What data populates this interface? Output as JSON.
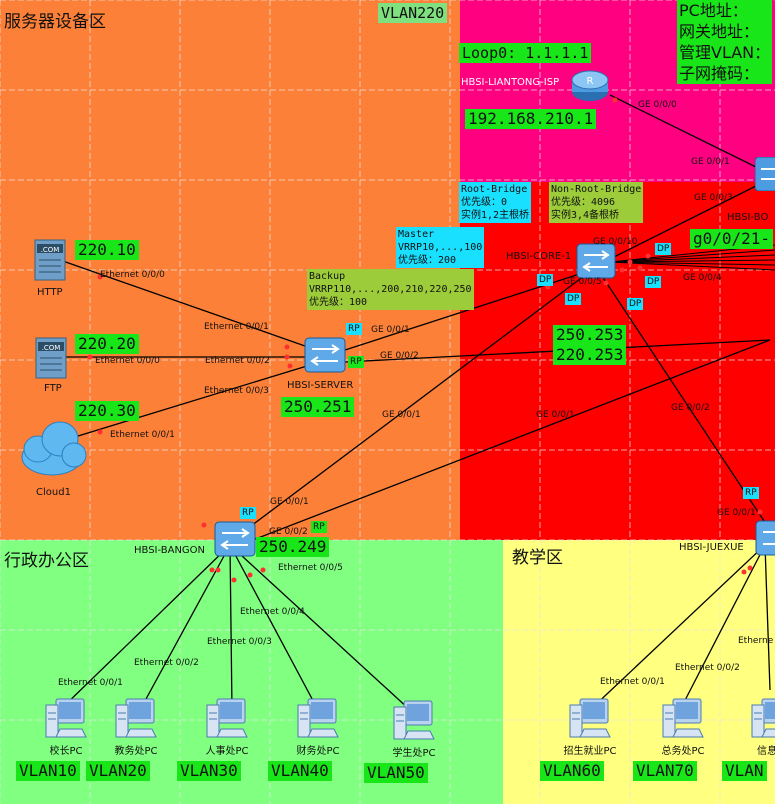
{
  "zones": {
    "server": {
      "title": "服务器设备区"
    },
    "vlan220": {
      "title": "VLAN220"
    },
    "admin": {
      "title": "行政办公区"
    },
    "teaching": {
      "title": "教学区"
    }
  },
  "info_panel": {
    "lines": [
      "PC地址：",
      "网关地址：",
      "管理VLAN：",
      "子网掩码："
    ]
  },
  "isp": {
    "name": "HBSI-LIANTONG-ISP",
    "loopback": "Loop0: 1.1.1.1",
    "address": "192.168.210.1"
  },
  "core": {
    "name": "HBSI-CORE-1",
    "addr1": "250.253",
    "addr2": "220.253"
  },
  "border": {
    "name": "HBSI-BO",
    "interface_range": "g0/0/21-"
  },
  "server_switch": {
    "name": "HBSI-SERVER",
    "address": "250.251"
  },
  "bangon": {
    "name": "HBSI-BANGON",
    "address": "250.249"
  },
  "juexue": {
    "name": "HBSI-JUEXUE"
  },
  "servers": [
    {
      "name": "HTTP",
      "address": "220.10",
      "port": "Ethernet 0/0/0"
    },
    {
      "name": "FTP",
      "address": "220.20",
      "port": "Ethernet 0/0/0"
    },
    {
      "name": "Cloud1",
      "address": "220.30",
      "port": "Ethernet 0/0/1"
    }
  ],
  "stp": {
    "root": {
      "lines": [
        "Root-Bridge",
        "优先级：0",
        "实例1,2主根桥"
      ]
    },
    "nonroot": {
      "lines": [
        "Non-Root-Bridge",
        "优先级：4096",
        "实例3,4备根桥"
      ]
    }
  },
  "vrrp": {
    "master": {
      "lines": [
        "Master",
        "VRRP10,...,100",
        "优先级：200"
      ]
    },
    "backup": {
      "lines": [
        "Backup",
        "VRRP110,...,200,210,220,250",
        "优先级：100"
      ]
    }
  },
  "ports": {
    "isp_ge000": "GE 0/0/0",
    "bo_ge001": "GE 0/0/1",
    "bo_ge003": "GE 0/0/3",
    "core_ge0010": "GE 0/0/10",
    "core_ge005": "GE 0/0/5",
    "core_ge004": "GE 0/0/4",
    "srv_e001": "Ethernet 0/0/1",
    "srv_e002": "Ethernet 0/0/2",
    "srv_e003": "Ethernet 0/0/3",
    "srv_ge001": "GE 0/0/1",
    "srv_ge002": "GE 0/0/2",
    "core_ge001_to_bangon": "GE 0/0/1",
    "core_ge001_mid": "GE 0/0/1",
    "core_ge002": "GE 0/0/2",
    "bangon_ge001": "GE 0/0/1",
    "bangon_ge002": "GE 0/0/2",
    "juexue_ge001": "GE 0/0/1",
    "b_e001": "Ethernet 0/0/1",
    "b_e002": "Ethernet 0/0/2",
    "b_e003": "Ethernet 0/0/3",
    "b_e004": "Ethernet 0/0/4",
    "b_e005": "Ethernet 0/0/5",
    "j_e001": "Ethernet 0/0/1",
    "j_e002": "Ethernet 0/0/2",
    "j_e003": "Etherne"
  },
  "stp_roles": {
    "core_dp1": "DP",
    "core_dp2": "DP",
    "core_dp3": "DP",
    "core_dp4": "DP",
    "core_dp5": "DP",
    "srv_rp": "RP",
    "srv_rp2": "RP",
    "bangon_rp": "RP",
    "bangon_rp2": "RP",
    "juexue_rp": "RP"
  },
  "pcs": [
    {
      "name": "校长PC",
      "vlan": "VLAN10"
    },
    {
      "name": "教务处PC",
      "vlan": "VLAN20"
    },
    {
      "name": "人事处PC",
      "vlan": "VLAN30"
    },
    {
      "name": "财务处PC",
      "vlan": "VLAN40"
    },
    {
      "name": "学生处PC",
      "vlan": "VLAN50"
    },
    {
      "name": "招生就业PC",
      "vlan": "VLAN60"
    },
    {
      "name": "总务处PC",
      "vlan": "VLAN70"
    },
    {
      "name": "信息中",
      "vlan": "VLAN"
    }
  ],
  "colors": {
    "server_zone": "#fd8038",
    "vlan220": "#ff0080",
    "core_zone": "#ff0000",
    "admin_zone": "#80ff80",
    "teaching_zone": "#ffff80",
    "label_green": "#19e619",
    "label_cyan": "#19e0ff",
    "label_olive": "#9ccc3a"
  }
}
